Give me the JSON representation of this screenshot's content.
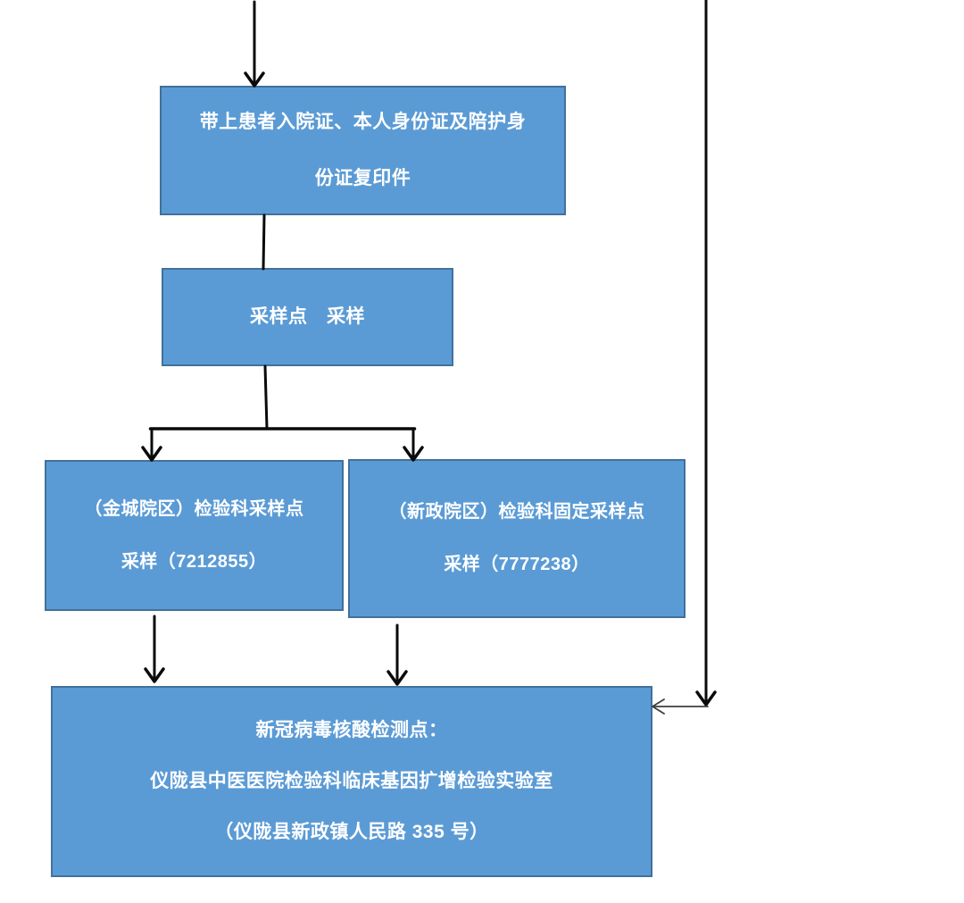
{
  "diagram": {
    "colors": {
      "node_fill": "#5b9bd5",
      "node_border": "#41719c",
      "node_text": "#ffffff",
      "connector": "#000000",
      "thin_connector": "#3f3f3f",
      "background": "#ffffff"
    },
    "nodes": [
      {
        "id": "documents",
        "lines": [
          "带上患者入院证、本人身份证及陪护身",
          "份证复印件"
        ]
      },
      {
        "id": "sampling-point",
        "lines": [
          "采样点　采样"
        ]
      },
      {
        "id": "jincheng-site",
        "lines": [
          "（金城院区）检验科采样点",
          "采样（7212855）"
        ]
      },
      {
        "id": "xinzheng-site",
        "lines": [
          "（新政院区）检验科固定采样点",
          "采样（7777238）"
        ]
      },
      {
        "id": "testing-lab",
        "lines": [
          "新冠病毒核酸检测点：",
          "仪陇县中医医院检验科临床基因扩增检验实验室",
          "（仪陇县新政镇人民路 335 号）"
        ]
      }
    ],
    "edges": [
      {
        "from": "offscreen-top",
        "to": "documents",
        "arrow": true
      },
      {
        "from": "documents",
        "to": "sampling-point",
        "arrow": false
      },
      {
        "from": "sampling-point",
        "to": "jincheng-site",
        "arrow": true
      },
      {
        "from": "sampling-point",
        "to": "xinzheng-site",
        "arrow": true
      },
      {
        "from": "jincheng-site",
        "to": "testing-lab",
        "arrow": true
      },
      {
        "from": "xinzheng-site",
        "to": "testing-lab",
        "arrow": true
      },
      {
        "from": "offscreen-top-right",
        "to": "testing-lab",
        "arrow": true
      }
    ]
  }
}
